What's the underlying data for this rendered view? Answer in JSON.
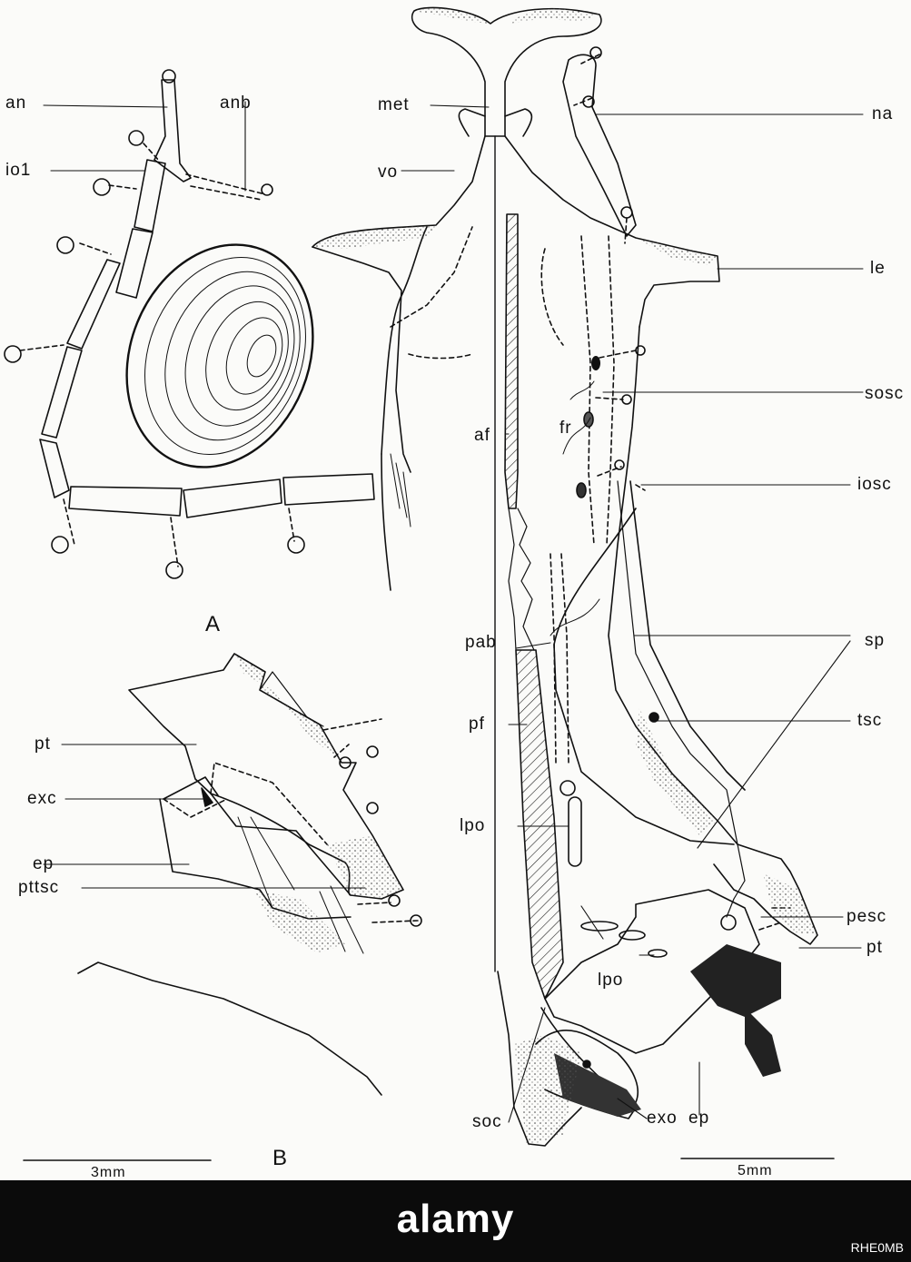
{
  "labels": {
    "an": "an",
    "anb": "anb",
    "io1": "io1",
    "met": "met",
    "vo": "vo",
    "na": "na",
    "le": "le",
    "fr": "fr",
    "sosc": "sosc",
    "af": "af",
    "iosc": "iosc",
    "pab": "pab",
    "sp": "sp",
    "pf": "pf",
    "tsc": "tsc",
    "lpo_a": "lpo",
    "lpo_b": "lpo",
    "pt_b": "pt",
    "pt_right": "pt",
    "exc": "exc",
    "ep_b": "ep",
    "ep_right": "ep",
    "pttsc": "pttsc",
    "pesc": "pesc",
    "soc": "soc",
    "exo": "exo"
  },
  "panels": {
    "a": "A",
    "b": "B"
  },
  "scales": {
    "b": "3mm",
    "main": "5mm"
  },
  "footer": {
    "brand": "alamy",
    "image_id": "RHE0MB"
  }
}
